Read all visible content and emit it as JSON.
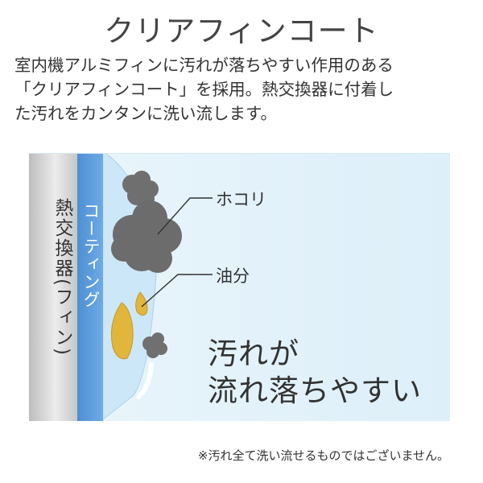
{
  "title": "クリアフィンコート",
  "description": [
    "室内機アルミフィンに汚れが落ちやすい作用のある",
    "「クリアフィンコート」を採用。熱交換器に付着し",
    "た汚れをカンタンに洗い流します。"
  ],
  "diagram": {
    "fin_label": "熱交換器(フィン)",
    "coating_label": "コーティング",
    "dust_label": "ホコリ",
    "oil_label": "油分",
    "headline": [
      "汚れが",
      "流れ落ちやすい"
    ]
  },
  "footnote": "※汚れ全て洗い流せるものではございません。",
  "colors": {
    "background": "#ddeff9",
    "coating": "#5b9bdc",
    "dust": "#707070",
    "oil": "#e0b43a"
  }
}
